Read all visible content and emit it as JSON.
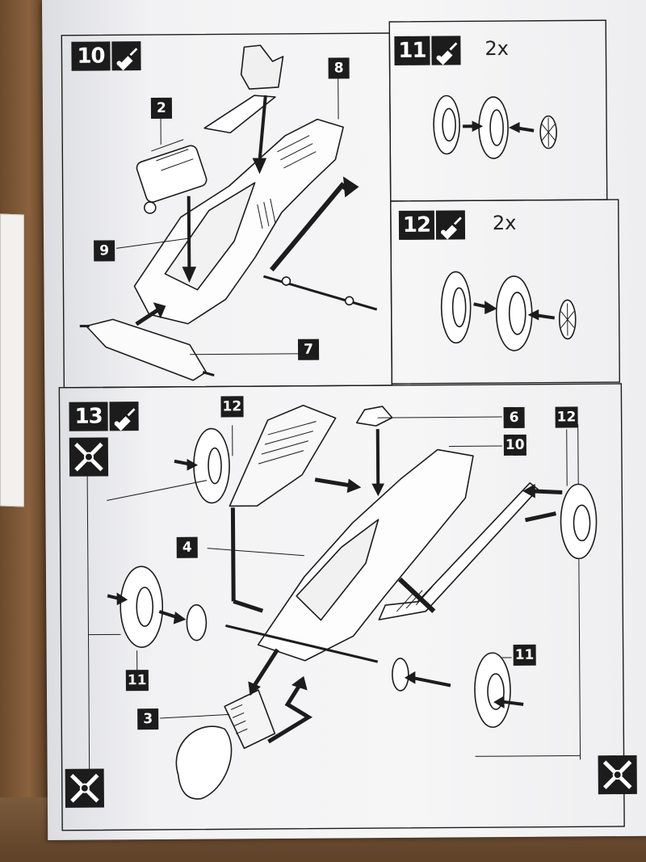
{
  "steps": {
    "s10": {
      "number": "10",
      "tags": [
        "8",
        "2",
        "9",
        "7"
      ]
    },
    "s11": {
      "number": "11",
      "quantity": "2x"
    },
    "s12": {
      "number": "12",
      "quantity": "2x"
    },
    "s13": {
      "number": "13",
      "tags": [
        "12",
        "6",
        "10",
        "12",
        "4",
        "11",
        "11",
        "3"
      ]
    }
  },
  "icons": {
    "glue": "glue-tube-icon",
    "tool": "cross-tool-icon"
  },
  "colors": {
    "ink": "#1c1c1c",
    "paper": "#f4f4f6"
  }
}
